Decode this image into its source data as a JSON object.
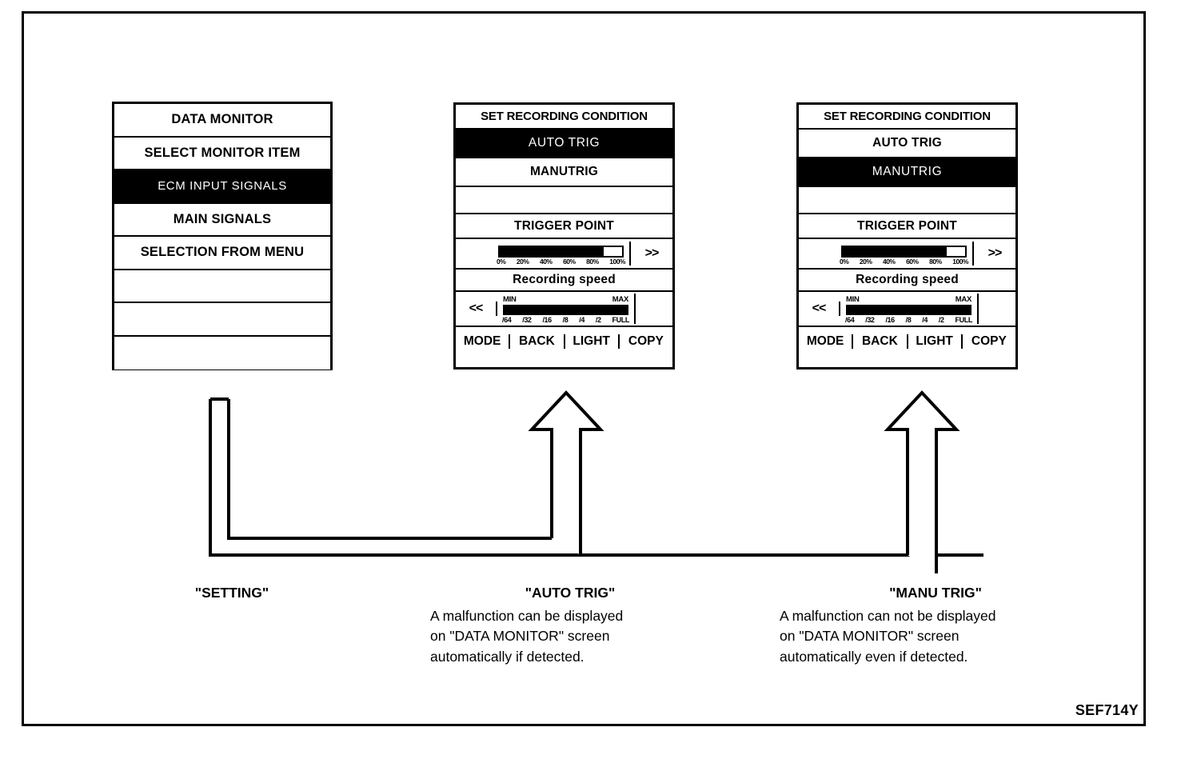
{
  "figure": {
    "reference_code": "SEF714Y",
    "ink_color": "#000000",
    "background_color": "#ffffff"
  },
  "panels": {
    "data_monitor": {
      "name": "DATA MONITOR menu screen",
      "rows": [
        {
          "label": "DATA MONITOR",
          "selected": false
        },
        {
          "label": "SELECT MONITOR ITEM",
          "selected": false
        },
        {
          "label": "ECM INPUT SIGNALS",
          "selected": true
        },
        {
          "label": "MAIN SIGNALS",
          "selected": false
        },
        {
          "label": "SELECTION FROM MENU",
          "selected": false
        },
        {
          "label": "",
          "selected": false
        },
        {
          "label": "",
          "selected": false
        },
        {
          "label": "",
          "selected": false
        }
      ]
    },
    "auto_trig": {
      "title": "SET RECORDING CONDITION",
      "options": [
        {
          "label": "AUTO TRIG",
          "selected": true
        },
        {
          "label": "MANUTRIG",
          "selected": false
        },
        {
          "label": "",
          "selected": false
        }
      ],
      "trigger_point": {
        "label": "TRIGGER POINT",
        "scale": [
          "0%",
          "20%",
          "40%",
          "60%",
          "80%",
          "100%"
        ],
        "fill_percent": 85,
        "next_button": ">>"
      },
      "recording_speed": {
        "label": "Recording speed",
        "min_label": "MIN",
        "max_label": "MAX",
        "scale": [
          "/64",
          "/32",
          "/16",
          "/8",
          "/4",
          "/2",
          "FULL"
        ],
        "fill_percent": 100,
        "prev_button": "<<"
      },
      "buttons": [
        "MODE",
        "BACK",
        "LIGHT",
        "COPY"
      ]
    },
    "manu_trig": {
      "title": "SET RECORDING CONDITION",
      "options": [
        {
          "label": "AUTO TRIG",
          "selected": false
        },
        {
          "label": "MANUTRIG",
          "selected": true
        },
        {
          "label": "",
          "selected": false
        }
      ],
      "trigger_point": {
        "label": "TRIGGER POINT",
        "scale": [
          "0%",
          "20%",
          "40%",
          "60%",
          "80%",
          "100%"
        ],
        "fill_percent": 85,
        "next_button": ">>"
      },
      "recording_speed": {
        "label": "Recording speed",
        "min_label": "MIN",
        "max_label": "MAX",
        "scale": [
          "/64",
          "/32",
          "/16",
          "/8",
          "/4",
          "/2",
          "FULL"
        ],
        "fill_percent": 100,
        "prev_button": "<<"
      },
      "buttons": [
        "MODE",
        "BACK",
        "LIGHT",
        "COPY"
      ]
    }
  },
  "captions": {
    "setting": {
      "heading": "\"SETTING\"",
      "body": ""
    },
    "auto": {
      "heading": "\"AUTO TRIG\"",
      "body": "A malfunction can be displayed\non \"DATA MONITOR\" screen\nautomatically if detected."
    },
    "manu": {
      "heading": "\"MANU TRIG\"",
      "body": "A malfunction can not be displayed\non \"DATA MONITOR\" screen\nautomatically even if detected."
    }
  }
}
